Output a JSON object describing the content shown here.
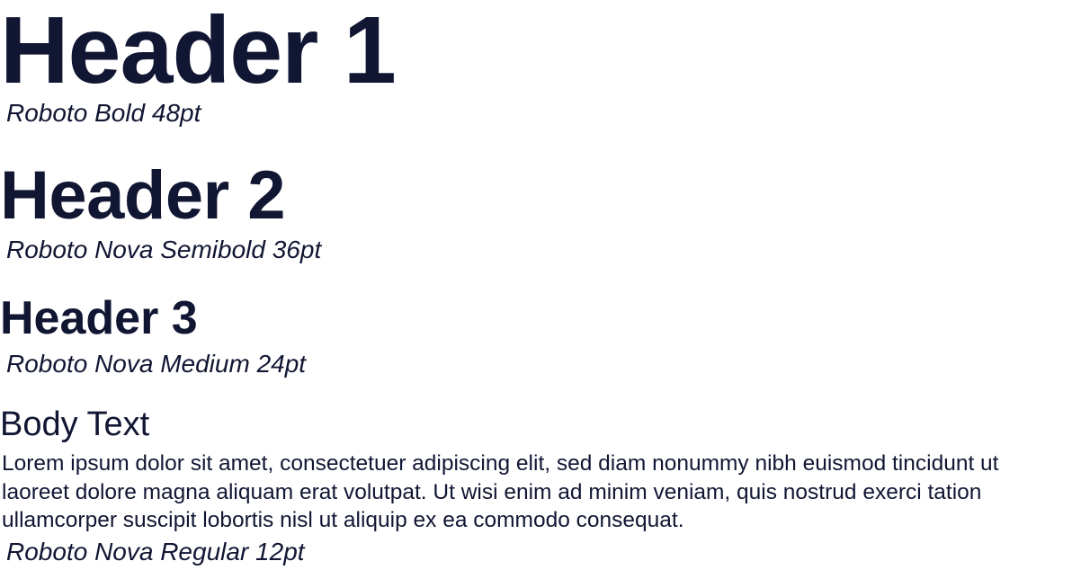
{
  "header1": {
    "text": "Header 1",
    "caption": "Roboto Bold 48pt"
  },
  "header2": {
    "text": "Header 2",
    "caption": "Roboto Nova Semibold 36pt"
  },
  "header3": {
    "text": "Header 3",
    "caption": "Roboto Nova Medium 24pt"
  },
  "body": {
    "title": "Body Text",
    "paragraph": "Lorem ipsum dolor sit amet, consectetuer adipiscing elit, sed diam nonummy nibh euismod tincidunt ut laoreet dolore magna aliquam erat volutpat. Ut wisi enim ad minim veniam, quis nostrud exerci tation ullamcorper suscipit lobortis nisl ut aliquip ex ea commodo consequat.",
    "caption": "Roboto Nova Regular 12pt"
  },
  "colors": {
    "text": "#111633",
    "background": "#ffffff"
  }
}
